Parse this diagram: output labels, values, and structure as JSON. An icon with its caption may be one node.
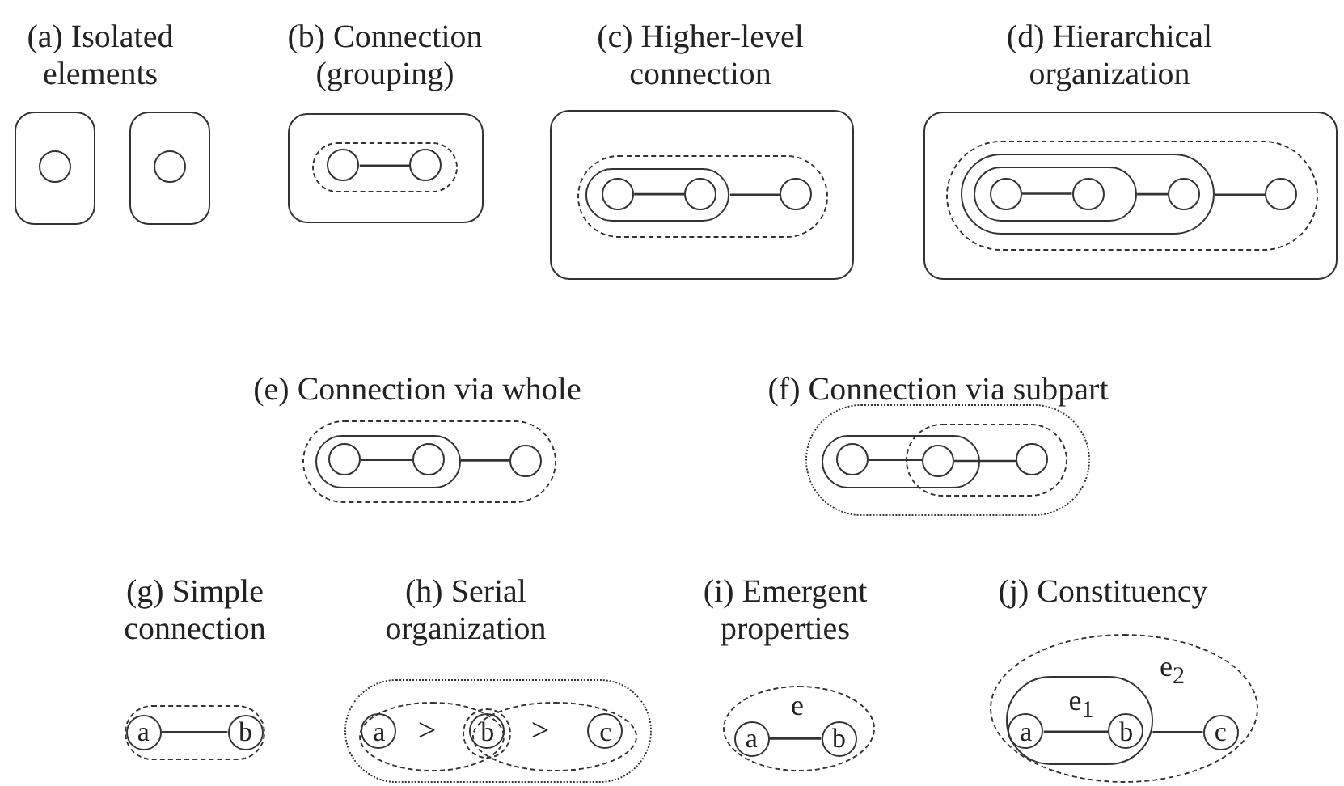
{
  "diagram": {
    "nodes": [
      {
        "text": [],
        "shape": "box"
      },
      {
        "text": [],
        "shape": "circle",
        "in": 0
      },
      {
        "text": [],
        "shape": "box"
      },
      {
        "text": [],
        "shape": "circle",
        "in": 2
      },
      {
        "text": [],
        "shape": "box"
      },
      {
        "text": [],
        "shape": "capsule",
        "in": 4
      },
      {
        "text": [],
        "shape": "circle",
        "in": 5
      },
      {
        "text": [],
        "shape": "circle",
        "in": 5
      },
      {
        "text": [],
        "shape": "box"
      },
      {
        "text": [],
        "shape": "capsule",
        "in": 8
      },
      {
        "text": [],
        "shape": "capsule",
        "in": 9
      },
      {
        "text": [],
        "shape": "circle",
        "in": 10
      },
      {
        "text": [],
        "shape": "circle",
        "in": 10
      },
      {
        "text": [],
        "shape": "circle",
        "in": 9
      },
      {
        "text": [],
        "shape": "box"
      },
      {
        "text": [],
        "shape": "capsule",
        "in": 14
      },
      {
        "text": [],
        "shape": "capsule",
        "in": 15
      },
      {
        "text": [],
        "shape": "capsule",
        "in": 16
      },
      {
        "text": [],
        "shape": "circle",
        "in": 17
      },
      {
        "text": [],
        "shape": "circle",
        "in": 17
      },
      {
        "text": [],
        "shape": "circle",
        "in": 16
      },
      {
        "text": [],
        "shape": "circle",
        "in": 15
      },
      {
        "text": [],
        "shape": "capsule"
      },
      {
        "text": [],
        "shape": "capsule",
        "in": 22
      },
      {
        "text": [],
        "shape": "circle",
        "in": 23
      },
      {
        "text": [],
        "shape": "circle",
        "in": 23
      },
      {
        "text": [],
        "shape": "circle",
        "in": 22
      },
      {
        "text": [],
        "shape": "capsule"
      },
      {
        "text": [],
        "shape": "capsule",
        "in": 27
      },
      {
        "text": [],
        "shape": "capsule",
        "in": 27
      },
      {
        "text": [],
        "shape": "circle",
        "in": 28
      },
      {
        "text": [],
        "shape": "circle"
      },
      {
        "text": [],
        "shape": "circle",
        "in": 29
      },
      {
        "text": [],
        "shape": "capsule"
      },
      {
        "text": [
          "a"
        ],
        "in": 33
      },
      {
        "text": [
          "b"
        ],
        "in": 33
      },
      {
        "text": [],
        "shape": "capsule"
      },
      {
        "text": [],
        "shape": "ellipse",
        "in": 36
      },
      {
        "text": [],
        "shape": "ellipse",
        "in": 36
      },
      {
        "text": [],
        "shape": "ellipse",
        "in": 36
      },
      {
        "text": [
          "a"
        ],
        "in": 37
      },
      {
        "text": [
          "b"
        ],
        "in": 39
      },
      {
        "text": [
          "c"
        ],
        "in": 38
      },
      {
        "text": [
          "e"
        ]
      },
      {
        "text": [
          "a"
        ],
        "in": 43
      },
      {
        "text": [
          "b"
        ],
        "in": 43
      },
      {
        "text": [
          "e$_{2}$"
        ]
      },
      {
        "text": [
          "e$_{1}$"
        ],
        "in": 46
      },
      {
        "text": [
          "a"
        ],
        "in": 47
      },
      {
        "text": [
          "b"
        ],
        "in": 47
      },
      {
        "text": [
          "c"
        ],
        "in": 46
      }
    ],
    "edges": [
      {
        "from": 6,
        "to": 7,
        "arrow": "none"
      },
      {
        "from": 11,
        "to": 12,
        "arrow": "none"
      },
      {
        "from": 10,
        "to": 13,
        "arrow": "none"
      },
      {
        "from": 18,
        "to": 19,
        "arrow": "none"
      },
      {
        "from": 17,
        "to": 20,
        "arrow": "none"
      },
      {
        "from": 16,
        "to": 21,
        "arrow": "none"
      },
      {
        "from": 24,
        "to": 25,
        "arrow": "none"
      },
      {
        "from": 23,
        "to": 26,
        "arrow": "none"
      },
      {
        "from": 30,
        "to": 31,
        "arrow": "none"
      },
      {
        "from": 31,
        "to": 32,
        "arrow": "none"
      },
      {
        "from": 34,
        "to": 35,
        "arrow": "none"
      },
      {
        "from": 44,
        "to": 45,
        "arrow": "none"
      },
      {
        "from": 48,
        "to": 49,
        "arrow": "none"
      },
      {
        "from": 47,
        "to": 50,
        "arrow": "none"
      }
    ],
    "labels": [
      "(a) Isolated elements",
      "(b) Connection (grouping)",
      "(c) Higher-level connection",
      "(d) Hierarchical organization",
      "(e) Connection via whole",
      "(f) Connection via subpart",
      "(g) Simple connection",
      "(h) Serial organization",
      "(i) Emergent properties",
      "(j) Constituency",
      ">",
      ">"
    ]
  }
}
